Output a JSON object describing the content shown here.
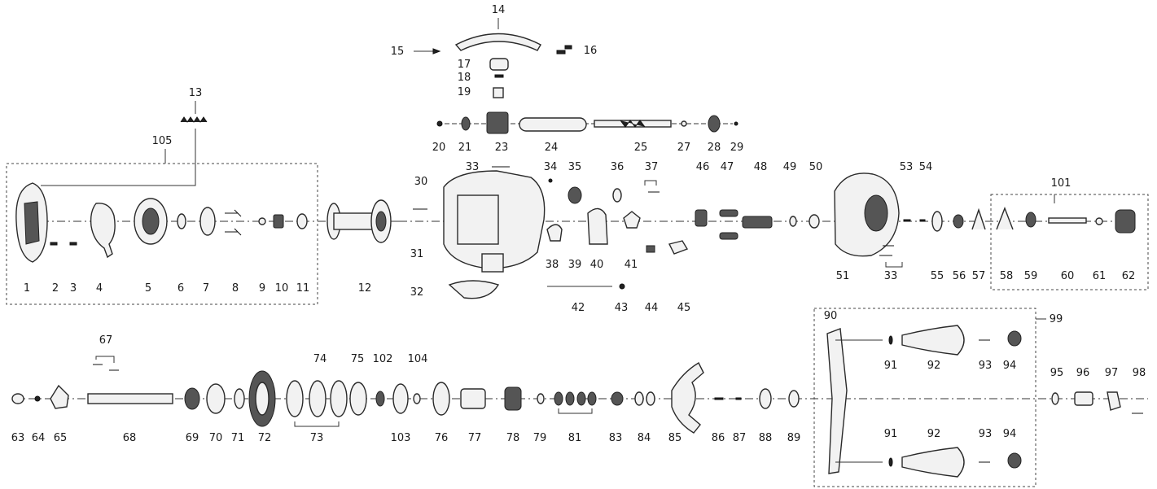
{
  "diagram": {
    "type": "exploded-parts-diagram",
    "part_numbers": [
      "1",
      "2",
      "3",
      "4",
      "5",
      "6",
      "7",
      "8",
      "9",
      "10",
      "11",
      "12",
      "13",
      "14",
      "15",
      "16",
      "17",
      "18",
      "19",
      "20",
      "21",
      "23",
      "24",
      "25",
      "27",
      "28",
      "29",
      "30",
      "31",
      "32",
      "33",
      "34",
      "35",
      "36",
      "37",
      "38",
      "39",
      "40",
      "41",
      "42",
      "43",
      "44",
      "45",
      "46",
      "47",
      "48",
      "49",
      "50",
      "51",
      "53",
      "54",
      "55",
      "56",
      "57",
      "58",
      "59",
      "60",
      "61",
      "62",
      "63",
      "64",
      "65",
      "67",
      "68",
      "69",
      "70",
      "71",
      "72",
      "73",
      "74",
      "75",
      "76",
      "77",
      "78",
      "79",
      "81",
      "83",
      "84",
      "85",
      "86",
      "87",
      "88",
      "89",
      "90",
      "91",
      "92",
      "93",
      "94",
      "95",
      "96",
      "97",
      "98",
      "99",
      "101",
      "102",
      "103",
      "104",
      "105"
    ]
  }
}
